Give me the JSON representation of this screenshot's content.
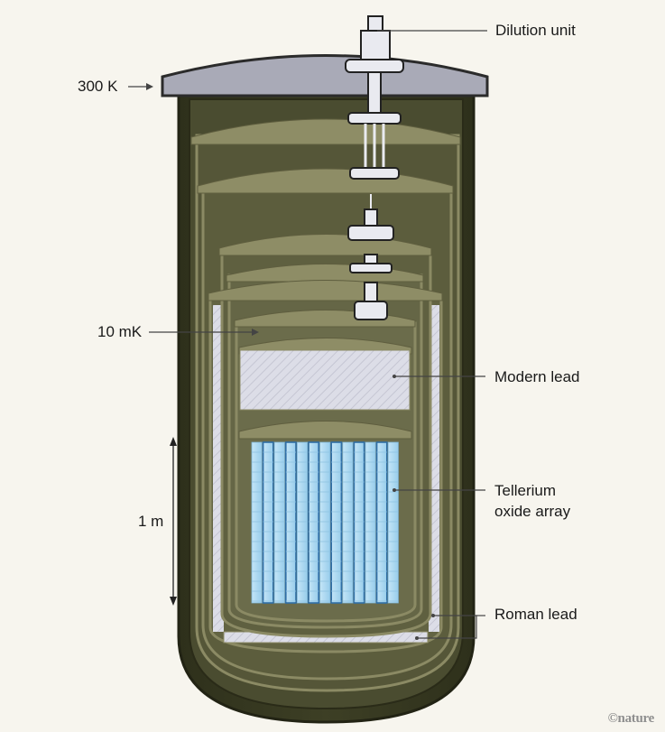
{
  "labels": {
    "dilution_unit": "Dilution unit",
    "temp_300k": "300 K",
    "temp_10mk": "10 mK",
    "modern_lead": "Modern lead",
    "tellerium_line1": "Tellerium",
    "tellerium_line2": "oxide array",
    "scale_1m": "1 m",
    "roman_lead": "Roman lead"
  },
  "credit": "©nature",
  "colors": {
    "background": "#f7f5ee",
    "vessel_dark": "#34361f",
    "vessel_olive": "#6b6c49",
    "shield_tan": "#8b8a64",
    "lid_grey": "#a9aab7",
    "lead_hatch": "#d8d9e3",
    "crystal_blue": "#a9d6ef",
    "crystal_edge": "#2f6ea6",
    "leader_line": "#444444"
  }
}
